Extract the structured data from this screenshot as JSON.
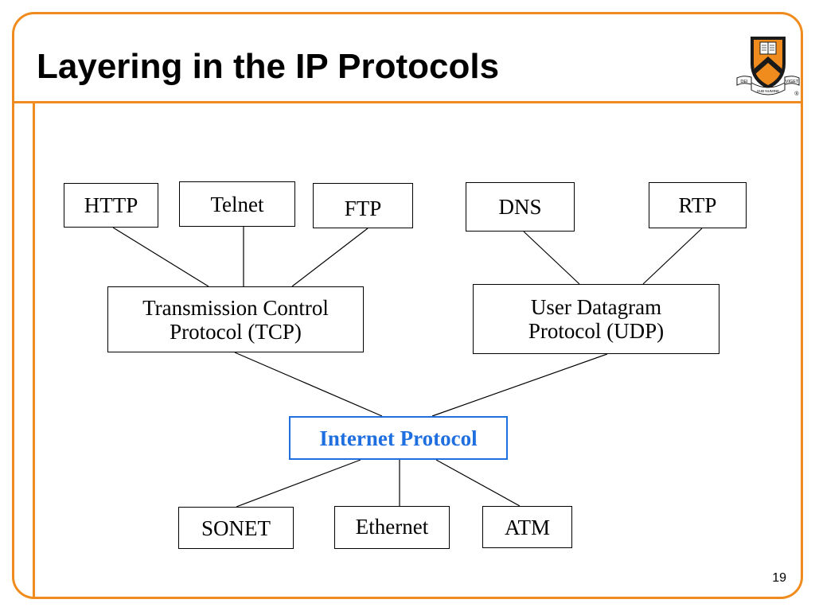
{
  "slide": {
    "title": "Layering in the IP Protocols",
    "page_number": "19",
    "accent_color": "#f08c1e",
    "highlight_color": "#1f6fe0"
  },
  "logo": {
    "icon": "princeton-shield-icon",
    "ribbon_left": "DEI",
    "ribbon_center": "SUB NUMINE",
    "ribbon_right": "VIGET",
    "registered_mark": "®"
  },
  "diagram": {
    "application": {
      "http": "HTTP",
      "telnet": "Telnet",
      "ftp": "FTP",
      "dns": "DNS",
      "rtp": "RTP"
    },
    "transport": {
      "tcp_line1": "Transmission Control",
      "tcp_line2": "Protocol (TCP)",
      "udp_line1": "User Datagram",
      "udp_line2": "Protocol (UDP)"
    },
    "network": {
      "ip": "Internet Protocol"
    },
    "link": {
      "sonet": "SONET",
      "ethernet": "Ethernet",
      "atm": "ATM"
    }
  }
}
